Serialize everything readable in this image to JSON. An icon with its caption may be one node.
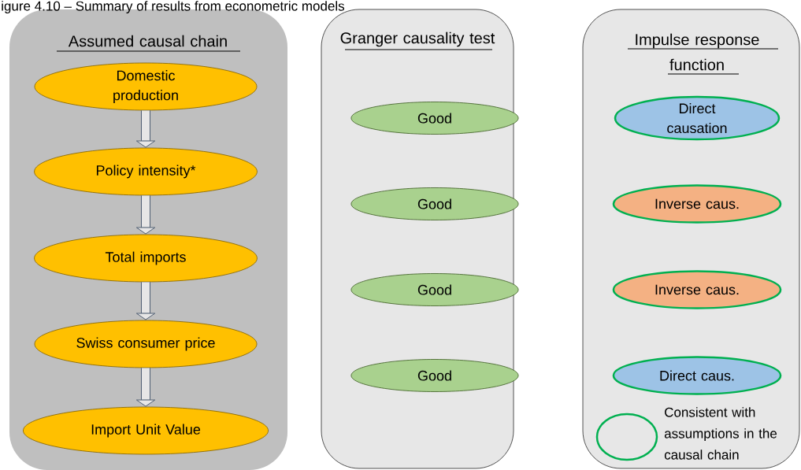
{
  "diagram": {
    "title": "igure 4.10 – Summary of results from econometric models",
    "nodes": [
      {
        "text": [
          "Assumed causal chain"
        ]
      },
      {
        "text": [
          "Domestic production"
        ],
        "in": 0
      },
      {
        "text": [
          "Policy intensity*"
        ],
        "in": 0
      },
      {
        "text": [
          "Total imports"
        ],
        "in": 0
      },
      {
        "text": [
          "Swiss consumer price"
        ],
        "in": 0
      },
      {
        "text": [
          "Import Unit Value"
        ],
        "in": 0
      },
      {
        "text": [
          "Granger causality test"
        ]
      },
      {
        "text": [
          "Good"
        ],
        "in": 6
      },
      {
        "text": [
          "Good"
        ],
        "in": 6
      },
      {
        "text": [
          "Good"
        ],
        "in": 6
      },
      {
        "text": [
          "Good"
        ],
        "in": 6
      },
      {
        "text": [
          "Impulse response function"
        ]
      },
      {
        "text": [
          "Direct causation"
        ],
        "in": 11
      },
      {
        "text": [
          "Inverse caus."
        ],
        "in": 11
      },
      {
        "text": [
          "Inverse caus."
        ],
        "in": 11
      },
      {
        "text": [
          "Direct caus."
        ],
        "in": 11
      }
    ],
    "edges": [
      {
        "from": 1,
        "to": 2,
        "arrow": "to"
      },
      {
        "from": 2,
        "to": 3,
        "arrow": "to"
      },
      {
        "from": 3,
        "to": 4,
        "arrow": "to"
      },
      {
        "from": 4,
        "to": 5,
        "arrow": "to"
      }
    ],
    "legend": [
      {
        "text": "Consistent with assumptions in the causal chain"
      }
    ]
  }
}
